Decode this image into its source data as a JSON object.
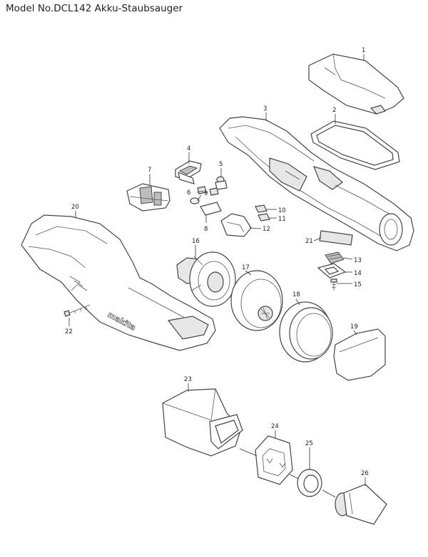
{
  "title": "Model No.DCL142 Akku-Staubsauger",
  "logo_text": "makita",
  "callouts": [
    "1",
    "2",
    "3",
    "4",
    "5",
    "6",
    "7",
    "8",
    "9",
    "10",
    "11",
    "12",
    "13",
    "14",
    "15",
    "16",
    "17",
    "18",
    "19",
    "20",
    "21",
    "22",
    "23",
    "24",
    "25",
    "26"
  ]
}
